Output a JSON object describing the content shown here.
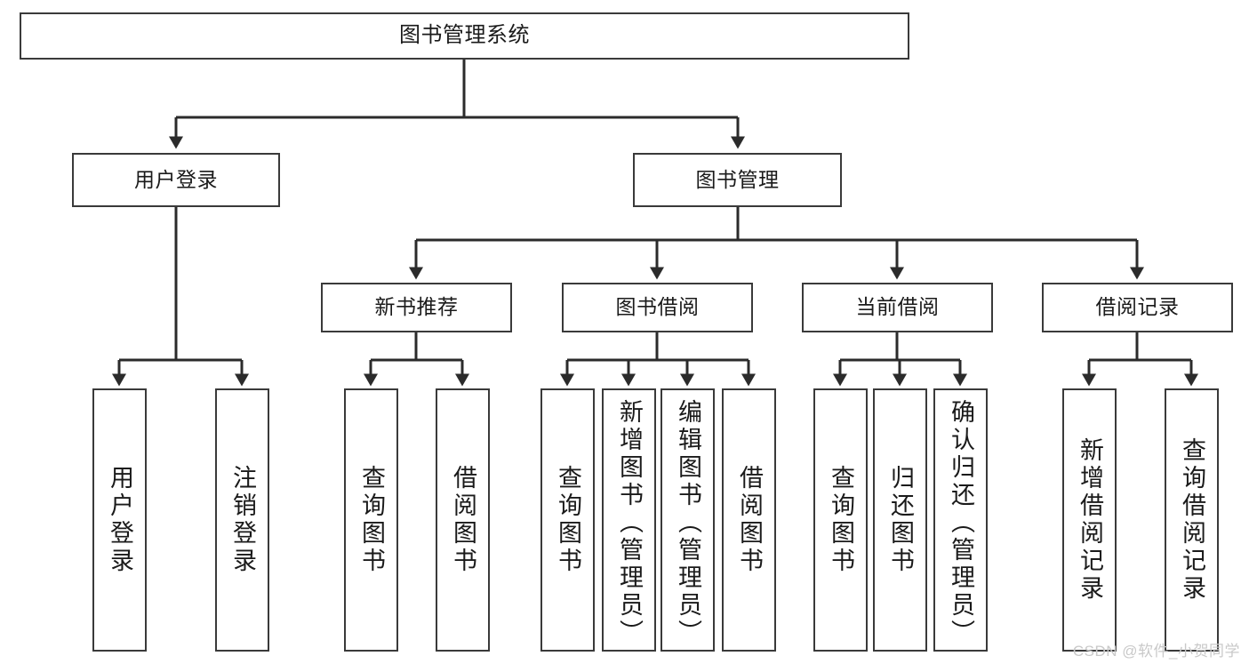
{
  "diagram": {
    "title": "图书管理系统",
    "type": "tree-hierarchy",
    "colors": {
      "box_border": "#3a3a3a",
      "box_fill": "#ffffff",
      "connector": "#2b2b2b",
      "text": "#1a1a1a",
      "watermark": "#c9c9c9"
    },
    "root": {
      "label": "图书管理系统"
    },
    "level2": [
      {
        "label": "用户登录"
      },
      {
        "label": "图书管理"
      }
    ],
    "level3": [
      {
        "label": "新书推荐"
      },
      {
        "label": "图书借阅"
      },
      {
        "label": "当前借阅"
      },
      {
        "label": "借阅记录"
      }
    ],
    "leaves": {
      "user_login": [
        {
          "label": "用户登录"
        },
        {
          "label": "注销登录"
        }
      ],
      "new_book_recommend": [
        {
          "label": "查询图书"
        },
        {
          "label": "借阅图书"
        }
      ],
      "book_borrow": [
        {
          "label": "查询图书"
        },
        {
          "label": "新增图书（管理员）"
        },
        {
          "label": "编辑图书（管理员）"
        },
        {
          "label": "借阅图书"
        }
      ],
      "current_borrow": [
        {
          "label": "查询图书"
        },
        {
          "label": "归还图书"
        },
        {
          "label": "确认归还（管理员）"
        }
      ],
      "borrow_record": [
        {
          "label": "新增借阅记录"
        },
        {
          "label": "查询借阅记录"
        }
      ]
    }
  },
  "watermark": {
    "text": "CSDN @软件_小贺同学"
  }
}
